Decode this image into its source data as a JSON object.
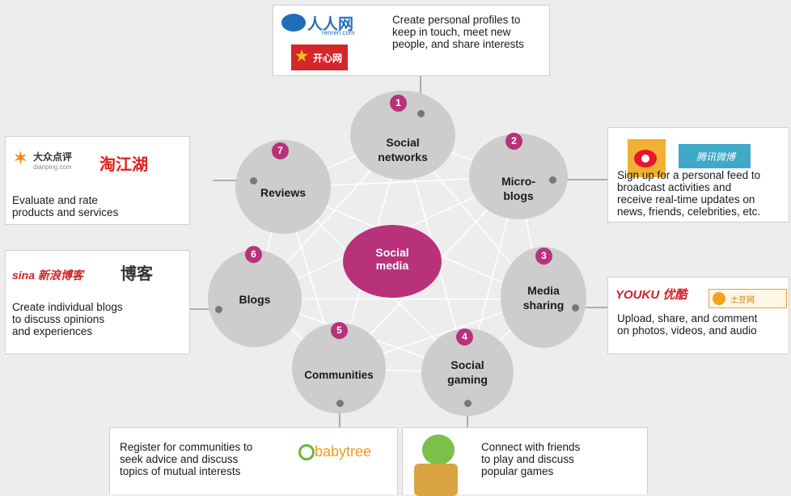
{
  "center": {
    "label": "Social\nmedia"
  },
  "nodes": [
    {
      "num": "1",
      "label": "Social\nnetworks"
    },
    {
      "num": "2",
      "label": "Micro-\nblogs"
    },
    {
      "num": "3",
      "label": "Media\nsharing"
    },
    {
      "num": "4",
      "label": "Social\ngaming"
    },
    {
      "num": "5",
      "label": "Communities"
    },
    {
      "num": "6",
      "label": "Blogs"
    },
    {
      "num": "7",
      "label": "Reviews"
    }
  ],
  "cards": {
    "social_networks": {
      "text": "Create personal profiles to\nkeep in touch, meet new\npeople, and share interests",
      "logos": [
        "人人网",
        "renren.com",
        "开心网"
      ]
    },
    "microblogs": {
      "text": "Sign up for a personal feed to\nbroadcast activities and\nreceive real-time updates on\nnews, friends, celebrities, etc.",
      "logos": [
        "腾讯微博"
      ]
    },
    "media_sharing": {
      "text": "Upload, share, and comment\non photos, videos, and audio",
      "logos": [
        "YOUKU 优酷",
        "土豆网"
      ]
    },
    "social_gaming": {
      "text": "Connect with friends\nto play and discuss\npopular games",
      "logos": []
    },
    "communities": {
      "text": "Register for communities to\nseek advice and discuss\ntopics of mutual interests",
      "logos": [
        "babytree"
      ]
    },
    "blogs": {
      "text": "Create individual blogs\nto discuss opinions\nand experiences",
      "logos": [
        "sina 新浪博客",
        "博客"
      ]
    },
    "reviews": {
      "text": "Evaluate and rate\nproducts and services",
      "logos": [
        "大众点评",
        "dianping.com",
        "淘江湖"
      ]
    }
  },
  "colors": {
    "accent": "#b8327a",
    "node": "#cdcdcd",
    "background": "#ededed"
  }
}
